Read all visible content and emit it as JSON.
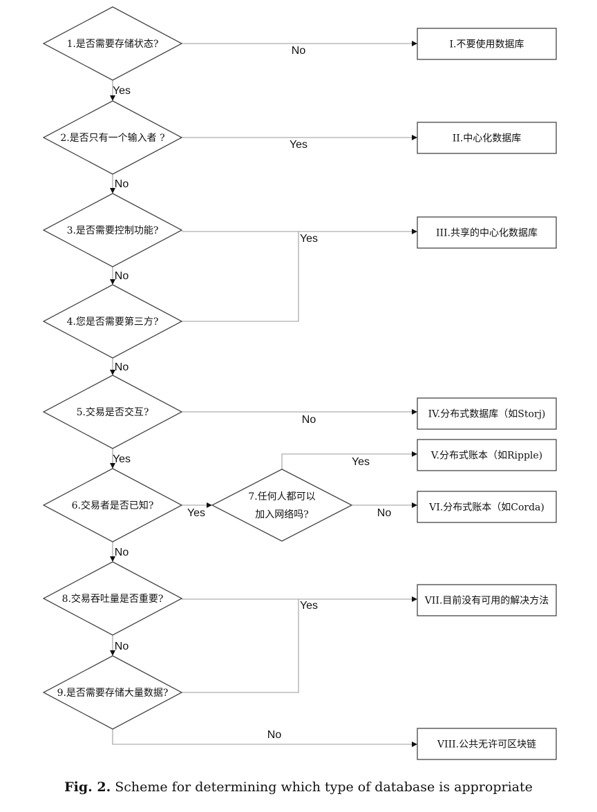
{
  "decisions": [
    {
      "id": "d1",
      "text": "1.是否需要存储状态?"
    },
    {
      "id": "d2",
      "text": "2.是否只有一个输入者 ?"
    },
    {
      "id": "d3",
      "text": "3.是否需要控制功能?"
    },
    {
      "id": "d4",
      "text": "4.您是否需要第三方?"
    },
    {
      "id": "d5",
      "text": "5.交易是否交互?"
    },
    {
      "id": "d6",
      "text": "6.交易者是否已知?"
    },
    {
      "id": "d7",
      "text": [
        "7.任何人都可以",
        "加入网络吗?"
      ]
    },
    {
      "id": "d8",
      "text": "8.交易吞吐量是否重要?"
    },
    {
      "id": "d9",
      "text": "9.是否需要存储大量数据?"
    }
  ],
  "outcomes": [
    {
      "id": "o1",
      "text": "I.不要使用数据库"
    },
    {
      "id": "o2",
      "text": "II.中心化数据库"
    },
    {
      "id": "o3",
      "text": "III.共享的中心化数据库"
    },
    {
      "id": "o4",
      "text": "IV.分布式数据库（如Storj)"
    },
    {
      "id": "o5",
      "text": "V.分布式账本（如Ripple)"
    },
    {
      "id": "o6",
      "text": "VI.分布式账本（如Corda)"
    },
    {
      "id": "o7",
      "text": "VII.目前没有可用的解决方法"
    },
    {
      "id": "o8",
      "text": "VIII.公共无许可区块链"
    }
  ],
  "edges": [
    {
      "from": "d1",
      "to": "o1",
      "label": "No"
    },
    {
      "from": "d1",
      "to": "d2",
      "label": "Yes"
    },
    {
      "from": "d2",
      "to": "o2",
      "label": "Yes"
    },
    {
      "from": "d2",
      "to": "d3",
      "label": "No"
    },
    {
      "from": "d3",
      "to": "o3",
      "label": "Yes"
    },
    {
      "from": "d3",
      "to": "d4",
      "label": "No"
    },
    {
      "from": "d4",
      "to": "o3",
      "label": ""
    },
    {
      "from": "d4",
      "to": "d5",
      "label": "No"
    },
    {
      "from": "d5",
      "to": "o4",
      "label": "No"
    },
    {
      "from": "d5",
      "to": "d6",
      "label": "Yes"
    },
    {
      "from": "d6",
      "to": "d7",
      "label": "Yes"
    },
    {
      "from": "d6",
      "to": "d8",
      "label": "No"
    },
    {
      "from": "d7",
      "to": "o5",
      "label": "Yes"
    },
    {
      "from": "d7",
      "to": "o6",
      "label": "No"
    },
    {
      "from": "d8",
      "to": "o7",
      "label": "Yes"
    },
    {
      "from": "d8",
      "to": "d9",
      "label": "No"
    },
    {
      "from": "d9",
      "to": "o7",
      "label": ""
    },
    {
      "from": "d9",
      "to": "o8",
      "label": "No"
    }
  ],
  "caption": {
    "label": "Fig. 2.",
    "text": "Scheme for determining which type of database is appropriate"
  }
}
